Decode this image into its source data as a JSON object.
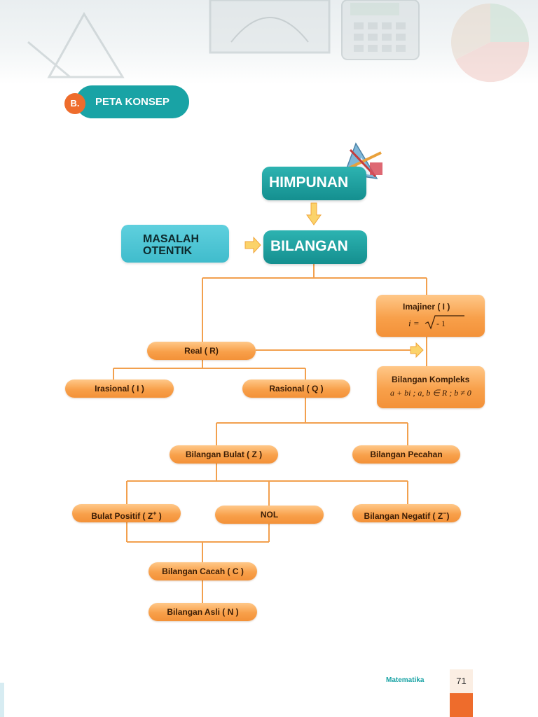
{
  "section": {
    "badge": "B.",
    "title": "PETA KONSEP"
  },
  "nodes": {
    "himpunan": "HIMPUNAN",
    "bilangan": "BILANGAN",
    "masalah_line1": "MASALAH",
    "masalah_line2": "OTENTIK",
    "imajiner_title": "Imajiner ( I )",
    "imajiner_formula_lhs": "i =",
    "imajiner_formula_rad": "- 1",
    "real": "Real ( R)",
    "kompleks_title": "Bilangan Kompleks",
    "kompleks_formula": "a + bi ; a, b ∈ R ; b ≠ 0",
    "irasional": "Irasional ( I )",
    "rasional": "Rasional ( Q )",
    "bulat": "Bilangan Bulat ( Z )",
    "pecahan": "Bilangan Pecahan",
    "bulat_positif": "Bulat Positif ( Z",
    "bulat_positif_sup": "+",
    "nol": "NOL",
    "negatif": "Bilangan Negatif ( Z",
    "negatif_sup": "−",
    "cacah": "Bilangan Cacah ( C )",
    "asli": "Bilangan Asli ( N )"
  },
  "footer": {
    "subject": "Matematika",
    "page": "71"
  },
  "colors": {
    "teal": "#19a3a5",
    "orange": "#f39138",
    "accent": "#ee6c2c",
    "line": "#f2a04e"
  }
}
